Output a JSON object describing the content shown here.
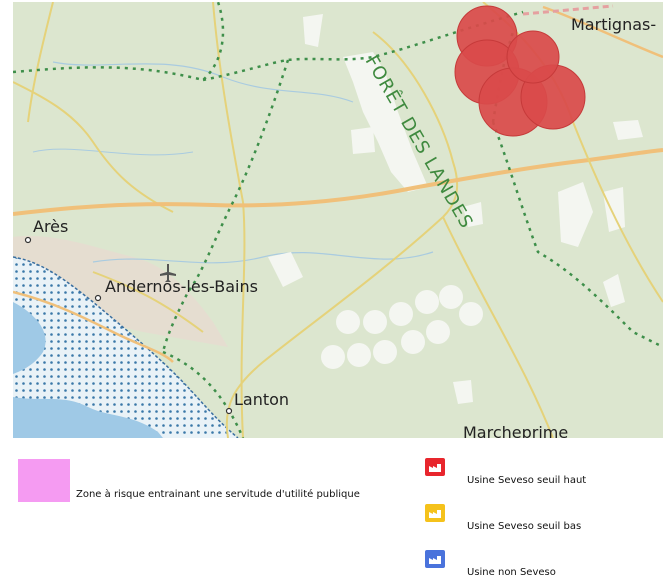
{
  "map": {
    "places": [
      {
        "name": "Martignas-"
      },
      {
        "name": "Arès"
      },
      {
        "name": "Andernos-les-Bains"
      },
      {
        "name": "Lanton"
      },
      {
        "name": "Marcheprime"
      }
    ],
    "forest_label": "FORÊT DES LANDES",
    "icons": [
      "airport-icon"
    ]
  },
  "legend": {
    "zone": {
      "label": "Zone à risque entrainant une servitude d'utilité publique",
      "color": "#f59bf2"
    },
    "items": [
      {
        "label": "Usine Seveso seuil haut",
        "color": "#e8262d",
        "icon": "factory-icon"
      },
      {
        "label": "Usine Seveso seuil bas",
        "color": "#f5c21b",
        "icon": "factory-icon"
      },
      {
        "label": "Usine non Seveso",
        "color": "#4a73dc",
        "icon": "factory-icon"
      }
    ]
  },
  "colors": {
    "map_background": "#dce6cf",
    "risk_zone": "#d94a4a",
    "road": "#f0c07a",
    "water": "#9fc9e6"
  }
}
